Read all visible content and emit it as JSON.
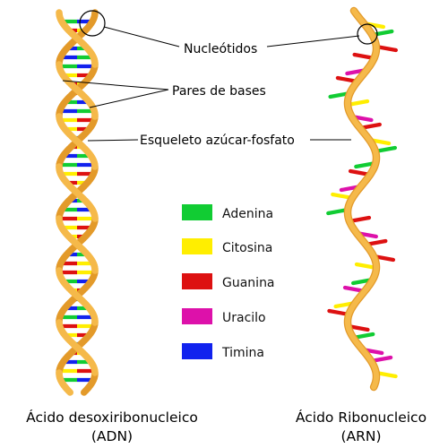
{
  "labels": {
    "nucleotides": "Nucleótidos",
    "base_pairs": "Pares de bases",
    "backbone": "Esqueleto azúcar-fosfato"
  },
  "legend": [
    {
      "name": "Adenina",
      "color": "#11cc33"
    },
    {
      "name": "Citosina",
      "color": "#ffee00"
    },
    {
      "name": "Guanina",
      "color": "#dd1111"
    },
    {
      "name": "Uracilo",
      "color": "#dd11aa"
    },
    {
      "name": "Timina",
      "color": "#1122ee"
    }
  ],
  "captions": {
    "dna_line1": "Ácido desoxiribonucleico",
    "dna_line2": "(ADN)",
    "rna_line1": "Ácido Ribonucleico",
    "rna_line2": "(ARN)"
  },
  "colors": {
    "backbone": "#f5b94a",
    "backbone_dark": "#e39a2a"
  }
}
